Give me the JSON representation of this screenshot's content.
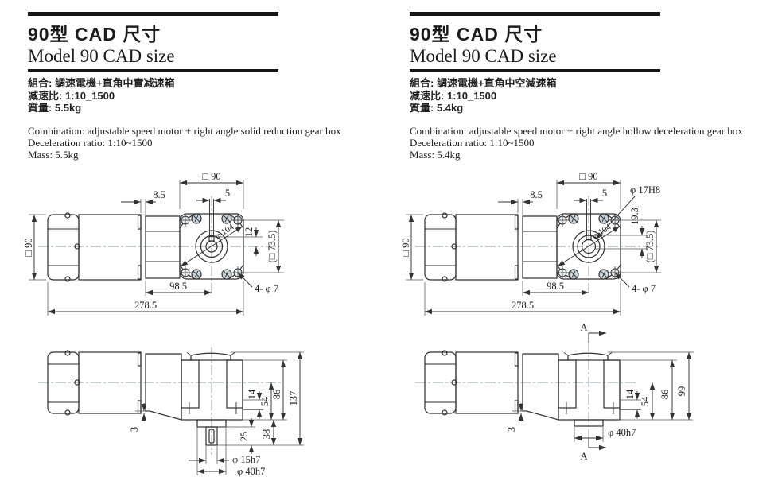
{
  "colors": {
    "gearbox_fill": "#d6e1e8",
    "motor_fill": "#ebedec",
    "cover_fill": "#e3e6e5",
    "line": "#2e2e2e",
    "header_bar": "#161616"
  },
  "panels": [
    {
      "title_zh": "90型  CAD 尺寸",
      "title_en": "Model 90  CAD size",
      "specs_zh": {
        "combination": "組合: 調速電機+直角中實减速箱",
        "ratio": "减速比: 1:10_1500",
        "mass": "質量: 5.5kg"
      },
      "specs_en": {
        "combination": "Combination: adjustable speed motor + right angle solid reduction gear box",
        "ratio": "Deceleration ratio: 1:10~1500",
        "mass": "Mass: 5.5kg"
      },
      "top_view": {
        "width_top": "□ 90",
        "flange_gap": "8.5",
        "key_width": "5",
        "key_offset": "12",
        "bolt_circle": "φ 104",
        "bolt_square": "(□ 73.5)",
        "height_left": "□ 90",
        "gearbox_length": "98.5",
        "total_length": "278.5",
        "mount_holes": "4- φ 7"
      },
      "side_view": {
        "step": "3",
        "dim_14": "14",
        "dim_54": "54",
        "dim_86": "86",
        "overall": "137",
        "shaft_len": "25",
        "shaft_total": "38",
        "shaft_dia": "φ 15h7",
        "boss_dia": "φ 40h7"
      }
    },
    {
      "title_zh": "90型  CAD 尺寸",
      "title_en": "Model 90  CAD size",
      "specs_zh": {
        "combination": "組合: 調速電機+直角中空減速箱",
        "ratio": "减速比: 1:10_1500",
        "mass": "質量: 5.4kg"
      },
      "specs_en": {
        "combination": "Combination: adjustable speed motor + right angle hollow deceleration gear box",
        "ratio": "Deceleration ratio: 1:10~1500",
        "mass": "Mass: 5.4kg"
      },
      "top_view": {
        "width_top": "□ 90",
        "flange_gap": "8.5",
        "key_width": "5",
        "bore_dia": "φ 17H8",
        "bore_key": "19.3",
        "bolt_circle": "φ 104",
        "bolt_square": "(□ 73.5)",
        "height_left": "□ 90",
        "gearbox_length": "98.5",
        "total_length": "278.5",
        "mount_holes": "4- φ 7"
      },
      "side_view": {
        "section_label_top": "A",
        "section_label_bottom": "A",
        "step": "3",
        "dim_14": "14",
        "dim_54": "54",
        "dim_86": "86",
        "overall": "99",
        "boss_dia": "φ 40h7"
      }
    }
  ]
}
